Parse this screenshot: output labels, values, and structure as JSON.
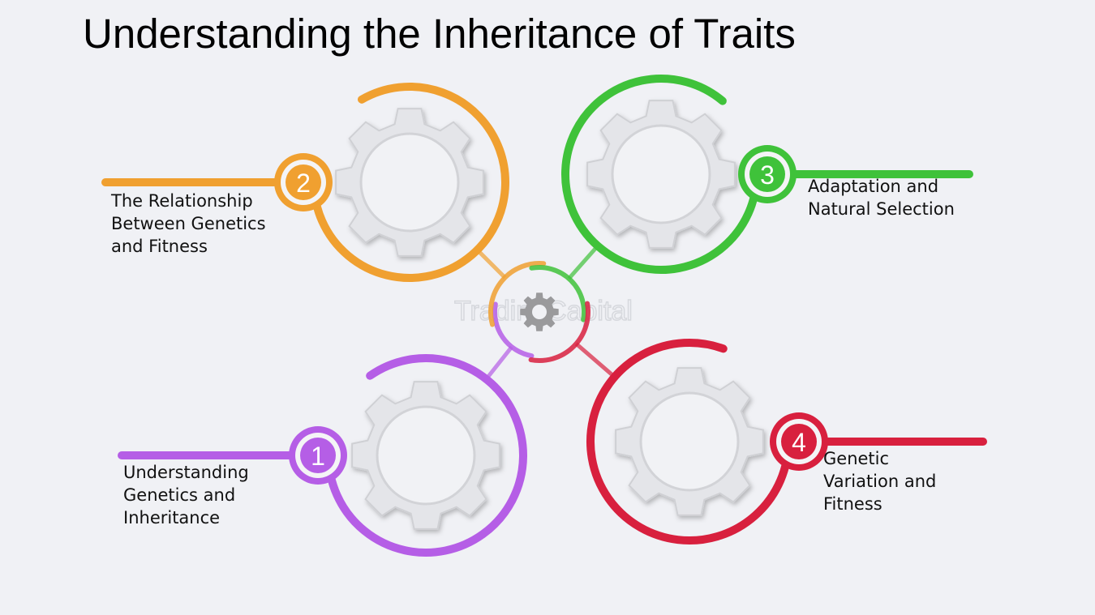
{
  "title": "Understanding the Inheritance of Traits",
  "watermark": "TradingCapital",
  "steps": [
    {
      "number": "1",
      "label": "Understanding Genetics and Inheritance",
      "color": "#b55ee6"
    },
    {
      "number": "2",
      "label": "The Relationship Between Genetics and Fitness",
      "color": "#f0a030"
    },
    {
      "number": "3",
      "label": "Adaptation and Natural Selection",
      "color": "#3fc23a"
    },
    {
      "number": "4",
      "label": "Genetic Variation and Fitness",
      "color": "#d8203e"
    }
  ]
}
